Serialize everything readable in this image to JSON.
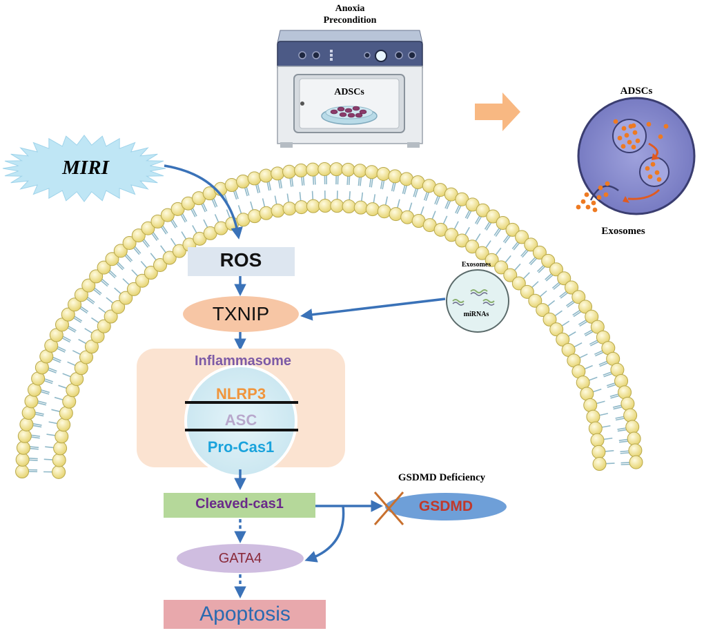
{
  "incubator": {
    "title_line1": "Anoxia",
    "title_line2": "Precondition",
    "dish_label": "ADSCs"
  },
  "cell_inset": {
    "title": "ADSCs",
    "exosomes_label": "Exosomes"
  },
  "miri_label": "MIRI",
  "ros_label": "ROS",
  "txnip_label": "TXNIP",
  "exosome_bubble": {
    "title": "Exosomes",
    "mirna_label": "miRNAs"
  },
  "inflammasome": {
    "title": "Inflammasome",
    "nlrp3": "NLRP3",
    "asc": "ASC",
    "procas1": "Pro-Cas1"
  },
  "cleaved_label": "Cleaved-cas1",
  "gsdmd": {
    "deficiency_label": "GSDMD Deficiency",
    "label": "GSDMD"
  },
  "gata4_label": "GATA4",
  "apoptosis_label": "Apoptosis",
  "colors": {
    "arrow": "#3a72b8",
    "membrane_head": "#f3e79a",
    "membrane_tail": "#8fb8c8",
    "ros_box": "#dde6f0",
    "txnip": "#f7c6a5",
    "inflammasome_bg": "#fbe3d1",
    "inflammasome_title": "#7c5aa6",
    "nlrp3": "#f0953c",
    "asc": "#b8a8cc",
    "procas1": "#1aa3dc",
    "cleaved_box": "#b5d89a",
    "cleaved_text": "#6a2a8a",
    "gsdmd_ellipse": "#6e9fd8",
    "gsdmd_text": "#c0392b",
    "gsdmd_cross": "#c8702e",
    "gata4_ellipse": "#cfbde0",
    "gata4_text": "#8a2a3a",
    "apoptosis_box": "#e8a8ac",
    "apoptosis_text": "#2a6ab0",
    "cell": "#8c8fcf",
    "vesicle": "#ee7a22",
    "big_arrow": "#f8b882"
  }
}
